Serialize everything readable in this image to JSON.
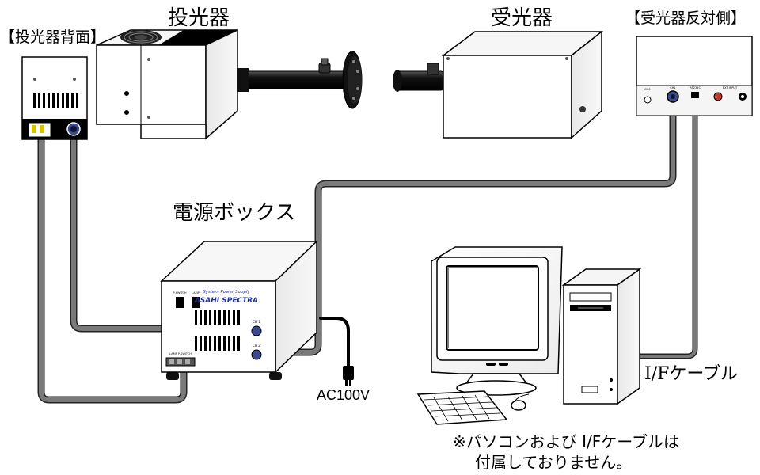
{
  "labels": {
    "projector": "投光器",
    "receiver": "受光器",
    "projector_back": "【投光器背面】",
    "receiver_opposite": "【受光器反対側】",
    "power_box": "電源ボックス",
    "if_cable": "I/Fケーブル",
    "ac": "AC100V",
    "note_line1": "※パソコンおよび I/Fケーブルは",
    "note_line2": "付属しておりません。"
  },
  "power_box_panel": {
    "brand_small": "System Power Supply",
    "brand": "ASAHI SPECTRA",
    "switch1": "P-SWITCH",
    "switch2": "LAMP",
    "ch1": "CH 1",
    "ch2": "CH 2",
    "connector_label": "LAMP  P-SWITCH"
  },
  "receiver_panel": {
    "port1": "CH0",
    "port2": "CH1",
    "port3": "RS232C",
    "port4": "EXT INPUT"
  },
  "colors": {
    "cable": "#6e6e6e",
    "cable_outline": "#222222",
    "device_fill": "#ffffff",
    "device_stroke": "#000000",
    "brand_text": "#1d2a8c",
    "red_port": "#c0392b"
  }
}
